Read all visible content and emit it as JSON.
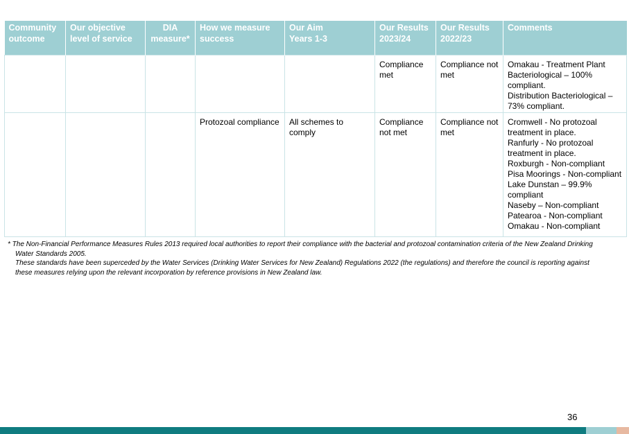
{
  "table": {
    "headers": [
      "Community outcome",
      "Our objective level of service",
      "DIA measure*",
      "How we measure success",
      "Our Aim Years 1-3",
      "Our Results 2023/24",
      "Our Results 2022/23",
      "Comments"
    ],
    "header_lines": [
      [
        "Community",
        "outcome"
      ],
      [
        "Our objective",
        "level of service"
      ],
      [
        "DIA",
        "measure*"
      ],
      [
        "How we measure",
        "success"
      ],
      [
        "Our Aim",
        "Years 1-3"
      ],
      [
        "Our Results",
        "2023/24"
      ],
      [
        "Our Results",
        "2022/23"
      ],
      [
        "Comments"
      ]
    ],
    "rows": [
      {
        "community_outcome": "",
        "objective": "",
        "dia_measure": "",
        "how_measure": "",
        "aim": "",
        "results_2023_24": "Compliance met",
        "results_2022_23": "Compliance not met",
        "comments": [
          "Omakau - Treatment Plant Bacteriological – 100% compliant.",
          "Distribution Bacteriological – 73% compliant."
        ]
      },
      {
        "community_outcome": "",
        "objective": "",
        "dia_measure": "",
        "how_measure": "Protozoal compliance",
        "aim": "All schemes to comply",
        "results_2023_24": "Compliance not met",
        "results_2022_23": "Compliance not met",
        "comments": [
          "Cromwell - No protozoal treatment in place.",
          "Ranfurly -  No protozoal treatment in place.",
          "Roxburgh - Non-compliant",
          "Pisa Moorings - Non-compliant",
          "Lake Dunstan –  99.9% compliant",
          "Naseby – Non-compliant",
          "Patearoa - Non-compliant",
          "Omakau - Non-compliant"
        ]
      }
    ]
  },
  "footnote": {
    "line1": "*  The Non-Financial Performance Measures Rules 2013 required local authorities to report their compliance with the bacterial and protozoal contamination criteria of the New Zealand Drinking Water Standards 2005.",
    "line2": "These standards have been superceded by the Water Services (Drinking Water Services for New Zealand) Regulations 2022 (the regulations) and therefore the council is reporting against these measures relying upon the relevant incorporation by reference provisions in New Zealand law."
  },
  "page_number": "36",
  "colors": {
    "header_bg": "#9ecfd3",
    "header_text": "#ffffff",
    "cell_border": "#c9e3e6",
    "footer_teal": "#0f7c80",
    "footer_light": "#9ecfd3",
    "footer_peach": "#e7b9a1"
  }
}
